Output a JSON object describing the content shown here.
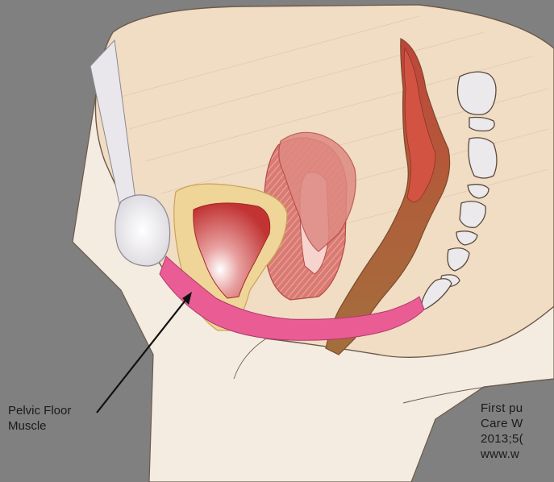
{
  "colors": {
    "background": "#808080",
    "skin": "#f1dcc4",
    "skin_lower": "#f4ebe1",
    "outline": "#6b5a4a",
    "pubic_bone": "#e6e4e8",
    "bladder": "#c73b3b",
    "bladder_wall": "#e9cd8c",
    "uterus": "#d96b6b",
    "vagina": "#f2c4c0",
    "rectum_dark": "#c0443b",
    "rectum_wall": "#a0673c",
    "pelvic_floor": "#ea5d94",
    "vertebra": "#e8e6e8"
  },
  "labels": {
    "pelvic_floor_line1": "Pelvic Floor",
    "pelvic_floor_line2": "Muscle"
  },
  "credit": {
    "line1": "First pu",
    "line2": "Care W",
    "line3": "2013;5(",
    "line4": "www.w"
  },
  "arrow": {
    "icon": "arrow-icon"
  }
}
